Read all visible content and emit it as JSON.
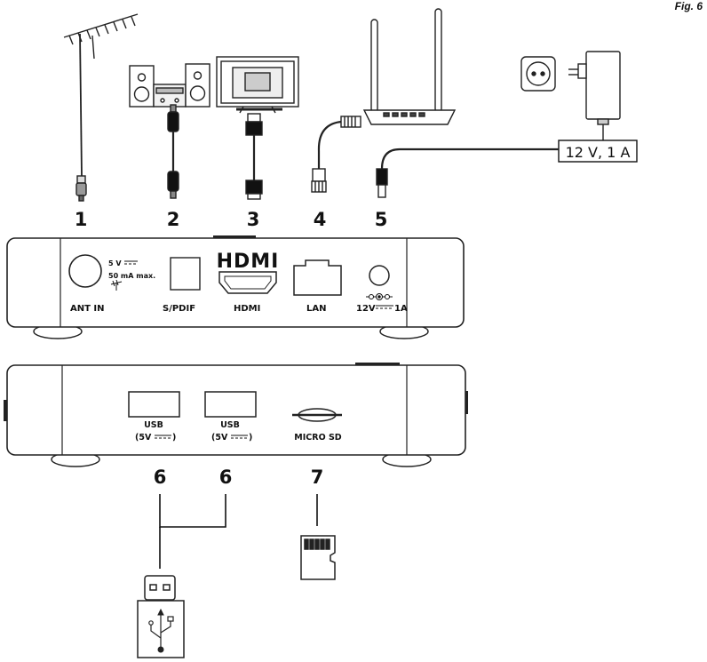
{
  "figure": {
    "label": "Fig. 6"
  },
  "power_label": "12 V, 1 A",
  "back_panel": {
    "hdmi_logo": "HDMI",
    "port_labels": {
      "ant_in": "ANT IN",
      "spdif": "S/PDIF",
      "hdmi": "HDMI",
      "lan": "LAN",
      "dc": "12V",
      "dc_amp": "1A"
    },
    "usb_power_note": {
      "line1": "5 V",
      "line2": "50 mA max."
    }
  },
  "front_panel": {
    "port_labels": {
      "usb_a": "USB",
      "usb_a_sub": "(5V",
      "usb_b": "USB",
      "usb_b_sub": "(5V",
      "microsd": "MICRO SD"
    }
  },
  "callouts": {
    "n1": "1",
    "n2": "2",
    "n3": "3",
    "n4": "4",
    "n5": "5",
    "n6a": "6",
    "n6b": "6",
    "n7": "7"
  }
}
